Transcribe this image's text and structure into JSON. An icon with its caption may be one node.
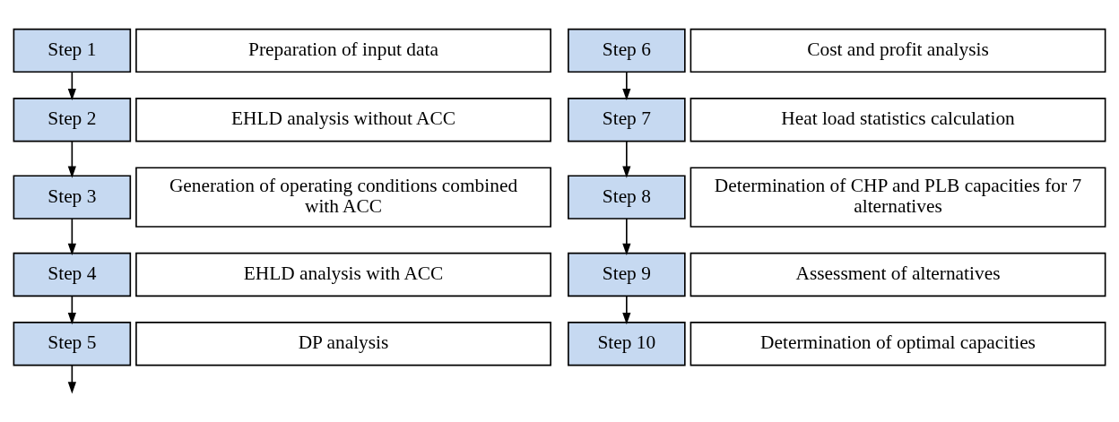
{
  "diagram": {
    "nodes": [
      {
        "text": [
          "Step 1"
        ]
      },
      {
        "text": [
          "Preparation of input data"
        ]
      },
      {
        "text": [
          "Step 2"
        ]
      },
      {
        "text": [
          "EHLD analysis without ACC"
        ]
      },
      {
        "text": [
          "Step 3"
        ]
      },
      {
        "text": [
          "Generation of operating conditions combined with ACC"
        ]
      },
      {
        "text": [
          "Step 4"
        ]
      },
      {
        "text": [
          "EHLD analysis with ACC"
        ]
      },
      {
        "text": [
          "Step 5"
        ]
      },
      {
        "text": [
          "DP analysis"
        ]
      },
      {
        "text": [
          "Step 6"
        ]
      },
      {
        "text": [
          "Cost and profit analysis"
        ]
      },
      {
        "text": [
          "Step 7"
        ]
      },
      {
        "text": [
          "Heat load statistics calculation"
        ]
      },
      {
        "text": [
          "Step 8"
        ]
      },
      {
        "text": [
          "Determination of CHP and PLB capacities for 7 alternatives"
        ]
      },
      {
        "text": [
          "Step 9"
        ]
      },
      {
        "text": [
          "Assessment of alternatives"
        ]
      },
      {
        "text": [
          "Step 10"
        ]
      },
      {
        "text": [
          "Determination of optimal capacities"
        ]
      }
    ],
    "edges": [
      {
        "from": 0,
        "to": 2,
        "arrow": "to"
      },
      {
        "from": 2,
        "to": 4,
        "arrow": "to"
      },
      {
        "from": 4,
        "to": 6,
        "arrow": "to"
      },
      {
        "from": 6,
        "to": 8,
        "arrow": "to"
      },
      {
        "from": 8,
        "to": null,
        "arrow": "to"
      },
      {
        "from": 10,
        "to": 12,
        "arrow": "to"
      },
      {
        "from": 12,
        "to": 14,
        "arrow": "to"
      },
      {
        "from": 14,
        "to": 16,
        "arrow": "to"
      },
      {
        "from": 16,
        "to": 18,
        "arrow": "to"
      }
    ]
  }
}
